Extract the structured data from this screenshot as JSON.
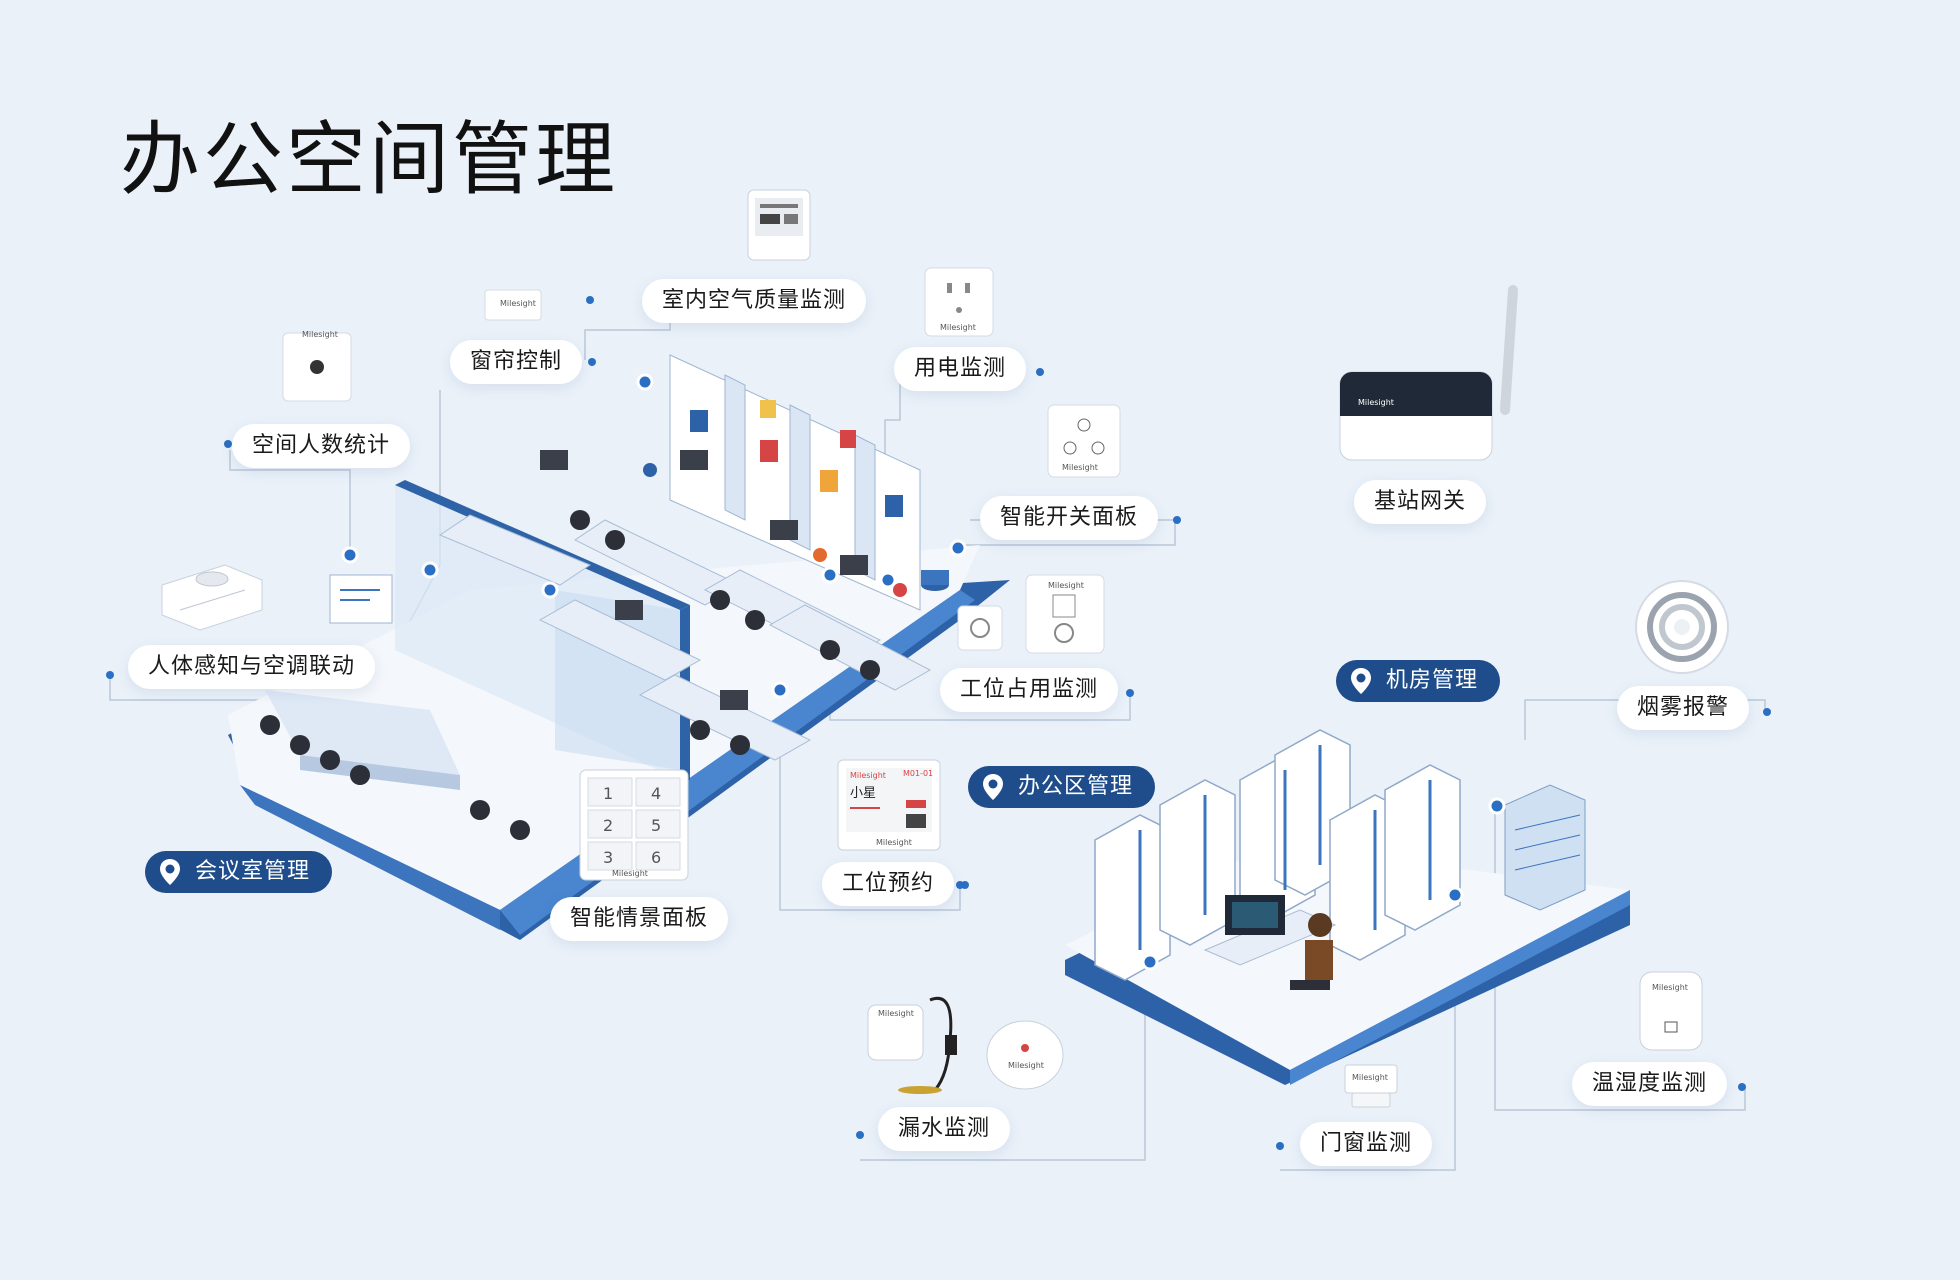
{
  "title": "办公空间管理",
  "zones": {
    "meeting": "会议室管理",
    "office": "办公区管理",
    "server": "机房管理"
  },
  "labels": {
    "people_count": "空间人数统计",
    "curtain": "窗帘控制",
    "air_quality": "室内空气质量监测",
    "power": "用电监测",
    "smart_switch": "智能开关面板",
    "gateway": "基站网关",
    "human_ac": "人体感知与空调联动",
    "desk_occupancy": "工位占用监测",
    "smoke": "烟雾报警",
    "desk_booking": "工位预约",
    "scene_panel": "智能情景面板",
    "leak": "漏水监测",
    "door_window": "门窗监测",
    "temp_humidity": "温湿度监测"
  },
  "device_text": {
    "brand": "Milesight",
    "booking_name": "小星",
    "booking_room": "M01-01",
    "scene_keys": [
      "1",
      "4",
      "2",
      "5",
      "3",
      "6"
    ]
  },
  "colors": {
    "accent": "#1f4c8a",
    "dot": "#2b6fc4",
    "background": "#eaf1f9"
  }
}
